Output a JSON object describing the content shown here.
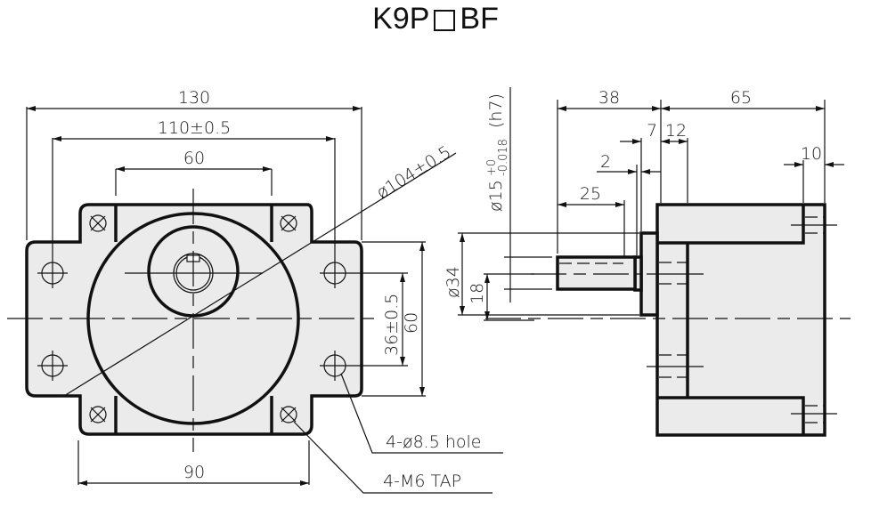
{
  "title": {
    "prefix": "K9P",
    "suffix": "BF"
  },
  "front_view": {
    "dims": {
      "overall_width": "130",
      "mount_hole_pitch": "110±0.5",
      "flange_ear_span": "60",
      "pilot_diameter": "ø104±0.5",
      "hole_vertical_pitch": "36±0.5",
      "flange_height": "60",
      "bottom_ear_span": "90"
    },
    "callouts": {
      "through_hole": "4-ø8.5 hole",
      "tapped_hole": "4-M6 TAP"
    }
  },
  "side_view": {
    "dims": {
      "shaft_diameter": "ø15",
      "shaft_tol_upper": "+0",
      "shaft_tol_lower": "-0.018",
      "shaft_fit": "(h7)",
      "shaft_length": "38",
      "body_length": "65",
      "pilot_length": "7",
      "flange_offset": "12",
      "shoulder": "2",
      "key_length": "25",
      "flange_thickness": "10",
      "pilot_dia": "ø34",
      "center_height": "18"
    }
  }
}
